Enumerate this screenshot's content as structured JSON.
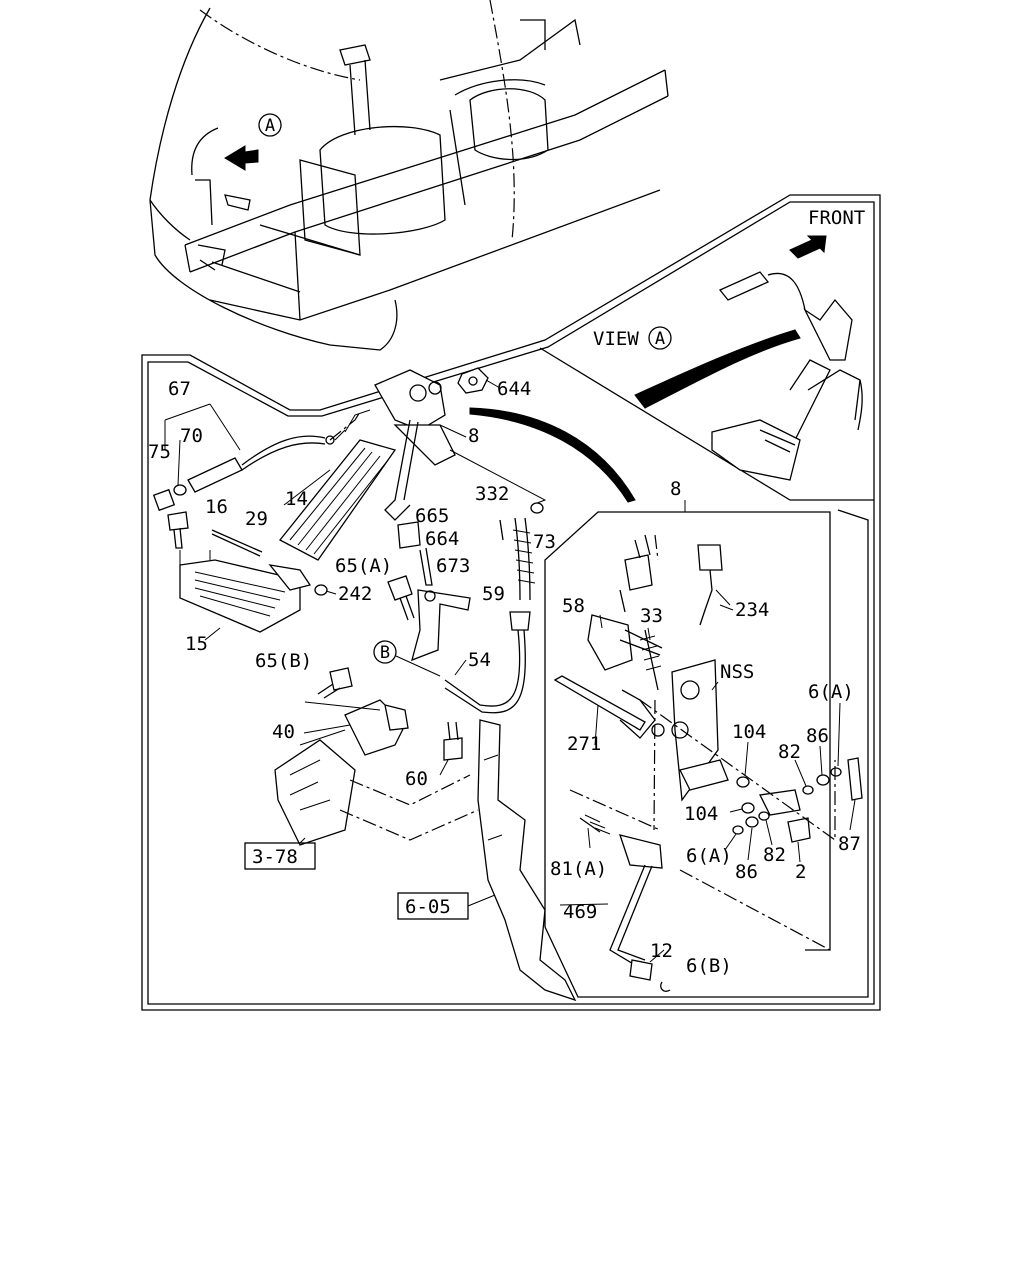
{
  "labels": {
    "front": "FRONT",
    "view_a": "VIEW",
    "callout_a_top": "A",
    "callout_a_view": "A",
    "callout_b_1": "B",
    "p67": "67",
    "p70": "70",
    "p75": "75",
    "p16": "16",
    "p29": "29",
    "p14": "14",
    "p15": "15",
    "p242": "242",
    "p644": "644",
    "p8_a": "8",
    "p8_b": "8",
    "p332": "332",
    "p665": "665",
    "p664": "664",
    "p673": "673",
    "p73": "73",
    "p59": "59",
    "p65a": "65(A)",
    "p65b": "65(B)",
    "p54": "54",
    "p40": "40",
    "p60": "60",
    "ref_378": "3-78",
    "ref_605": "6-05",
    "p58": "58",
    "p33": "33",
    "p234": "234",
    "nss": "NSS",
    "p271": "271",
    "p104_a": "104",
    "p104_b": "104",
    "p82_a": "82",
    "p82_b": "82",
    "p86_a": "86",
    "p86_b": "86",
    "p6a_a": "6(A)",
    "p6a_b": "6(A)",
    "p87": "87",
    "p2": "2",
    "p81a": "81(A)",
    "p469": "469",
    "p12": "12",
    "p6b": "6(B)"
  }
}
